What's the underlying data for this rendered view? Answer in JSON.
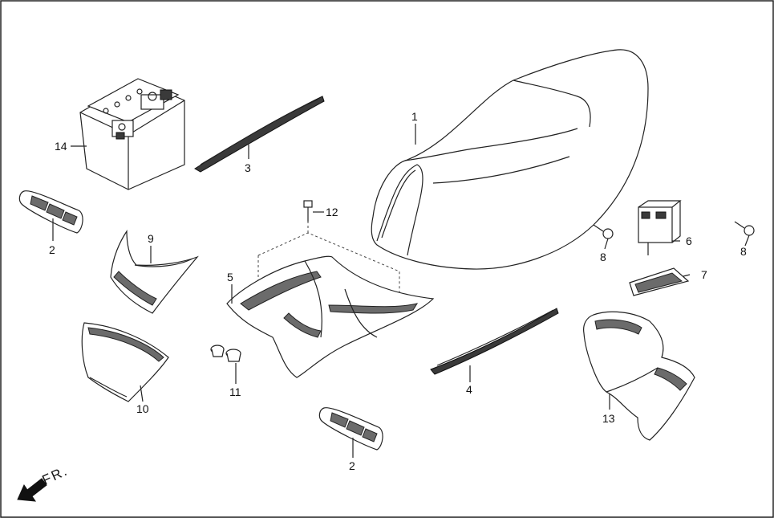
{
  "diagram": {
    "labels": {
      "p1": "1",
      "p2a": "2",
      "p2b": "2",
      "p3": "3",
      "p4": "4",
      "p5": "5",
      "p6": "6",
      "p7": "7",
      "p8a": "8",
      "p8b": "8",
      "p9": "9",
      "p10": "10",
      "p11": "11",
      "p12": "12",
      "p13": "13",
      "p14": "14"
    },
    "direction_label": "FR.",
    "colors": {
      "line": "#222222",
      "shade": "#6b6b6b",
      "background": "#ffffff"
    }
  }
}
